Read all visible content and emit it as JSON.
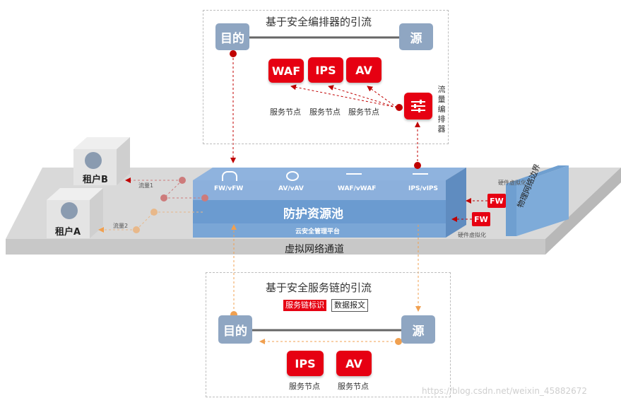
{
  "top_panel": {
    "title": "基于安全编排器的引流",
    "dest": "目的",
    "src": "源",
    "services": [
      "WAF",
      "IPS",
      "AV"
    ],
    "service_node_label": "服务节点",
    "orchestrator": "流量编排器"
  },
  "platform": {
    "pool_title": "防护资源池",
    "mgmt_platform": "云安全管理平台",
    "virtual_channel": "虚拟网络通道",
    "boundary": "物理网络边界",
    "pool_items": [
      "FW/vFW",
      "AV/vAV",
      "WAF/vWAF",
      "IPS/vIPS"
    ],
    "hw_virtualization": "硬件虚拟化",
    "fw": "FW"
  },
  "tenants": {
    "a": "租户A",
    "b": "租户B",
    "flow1": "流量1",
    "flow2": "流量2"
  },
  "bottom_panel": {
    "title": "基于安全服务链的引流",
    "tag_chain": "服务链标识",
    "tag_data": "数据报文",
    "dest": "目的",
    "src": "源",
    "services": [
      "IPS",
      "AV"
    ],
    "service_node_label": "服务节点"
  },
  "watermark": "https://blog.csdn.net/weixin_45882672",
  "colors": {
    "red": "#e60012",
    "endpoint": "#8fa6c2",
    "pool_blue": "#6f9fd0",
    "platform_gray": "#d4d4d4",
    "orange": "#f0b070"
  }
}
